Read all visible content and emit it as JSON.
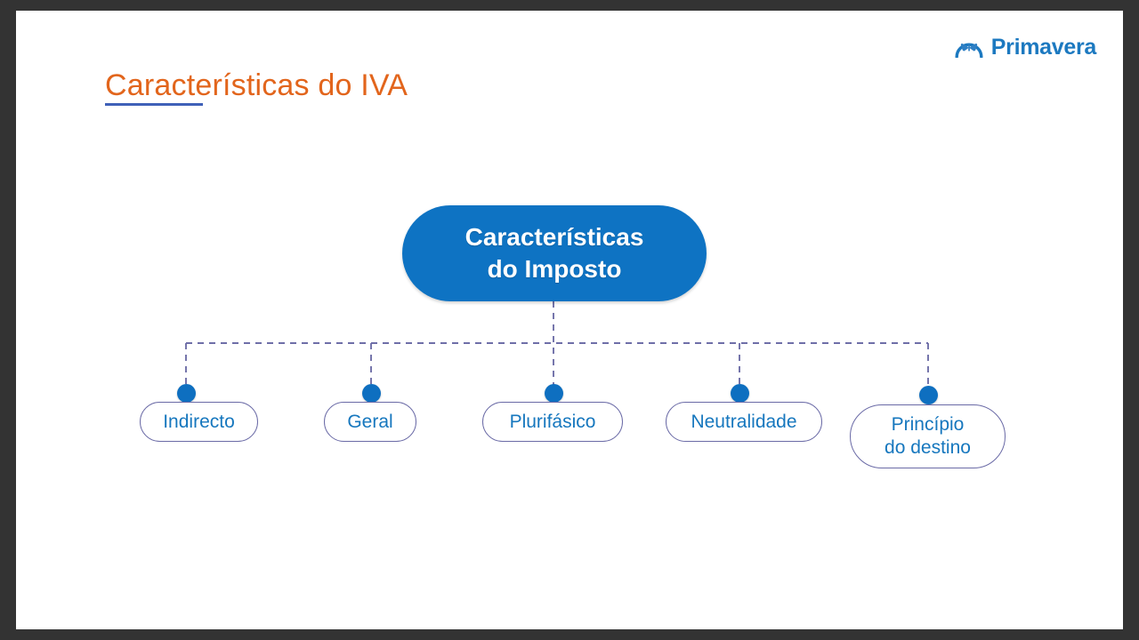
{
  "slide": {
    "title": "Características do IVA",
    "background_color": "#ffffff",
    "frame_color": "#333333"
  },
  "logo": {
    "name": "Primavera",
    "icon": "butterfly-arch-icon",
    "color": "#1C79C0"
  },
  "theme": {
    "title_color": "#E2651C",
    "rule_color": "#3F60B8",
    "node_fill": "#0E73C3",
    "node_text": "#ffffff",
    "leaf_text": "#1677BE",
    "leaf_border": "#6A6AA6",
    "dot_color": "#0E6FC0",
    "connector_color": "#6F6FA8"
  },
  "chart_data": {
    "type": "diagram",
    "layout": "hierarchy-tree",
    "title": "Características do IVA",
    "root": {
      "label_line1": "Características",
      "label_line2": "do Imposto",
      "label": "Características do Imposto"
    },
    "leaves": [
      {
        "label": "Indirecto",
        "line1": "Indirecto",
        "line2": ""
      },
      {
        "label": "Geral",
        "line1": "Geral",
        "line2": ""
      },
      {
        "label": "Plurifásico",
        "line1": "Plurifásico",
        "line2": ""
      },
      {
        "label": "Neutralidade",
        "line1": "Neutralidade",
        "line2": ""
      },
      {
        "label": "Princípio do destino",
        "line1": "Princípio",
        "line2": "do destino"
      }
    ],
    "leaf_count": 5,
    "connector_style": "dashed"
  }
}
